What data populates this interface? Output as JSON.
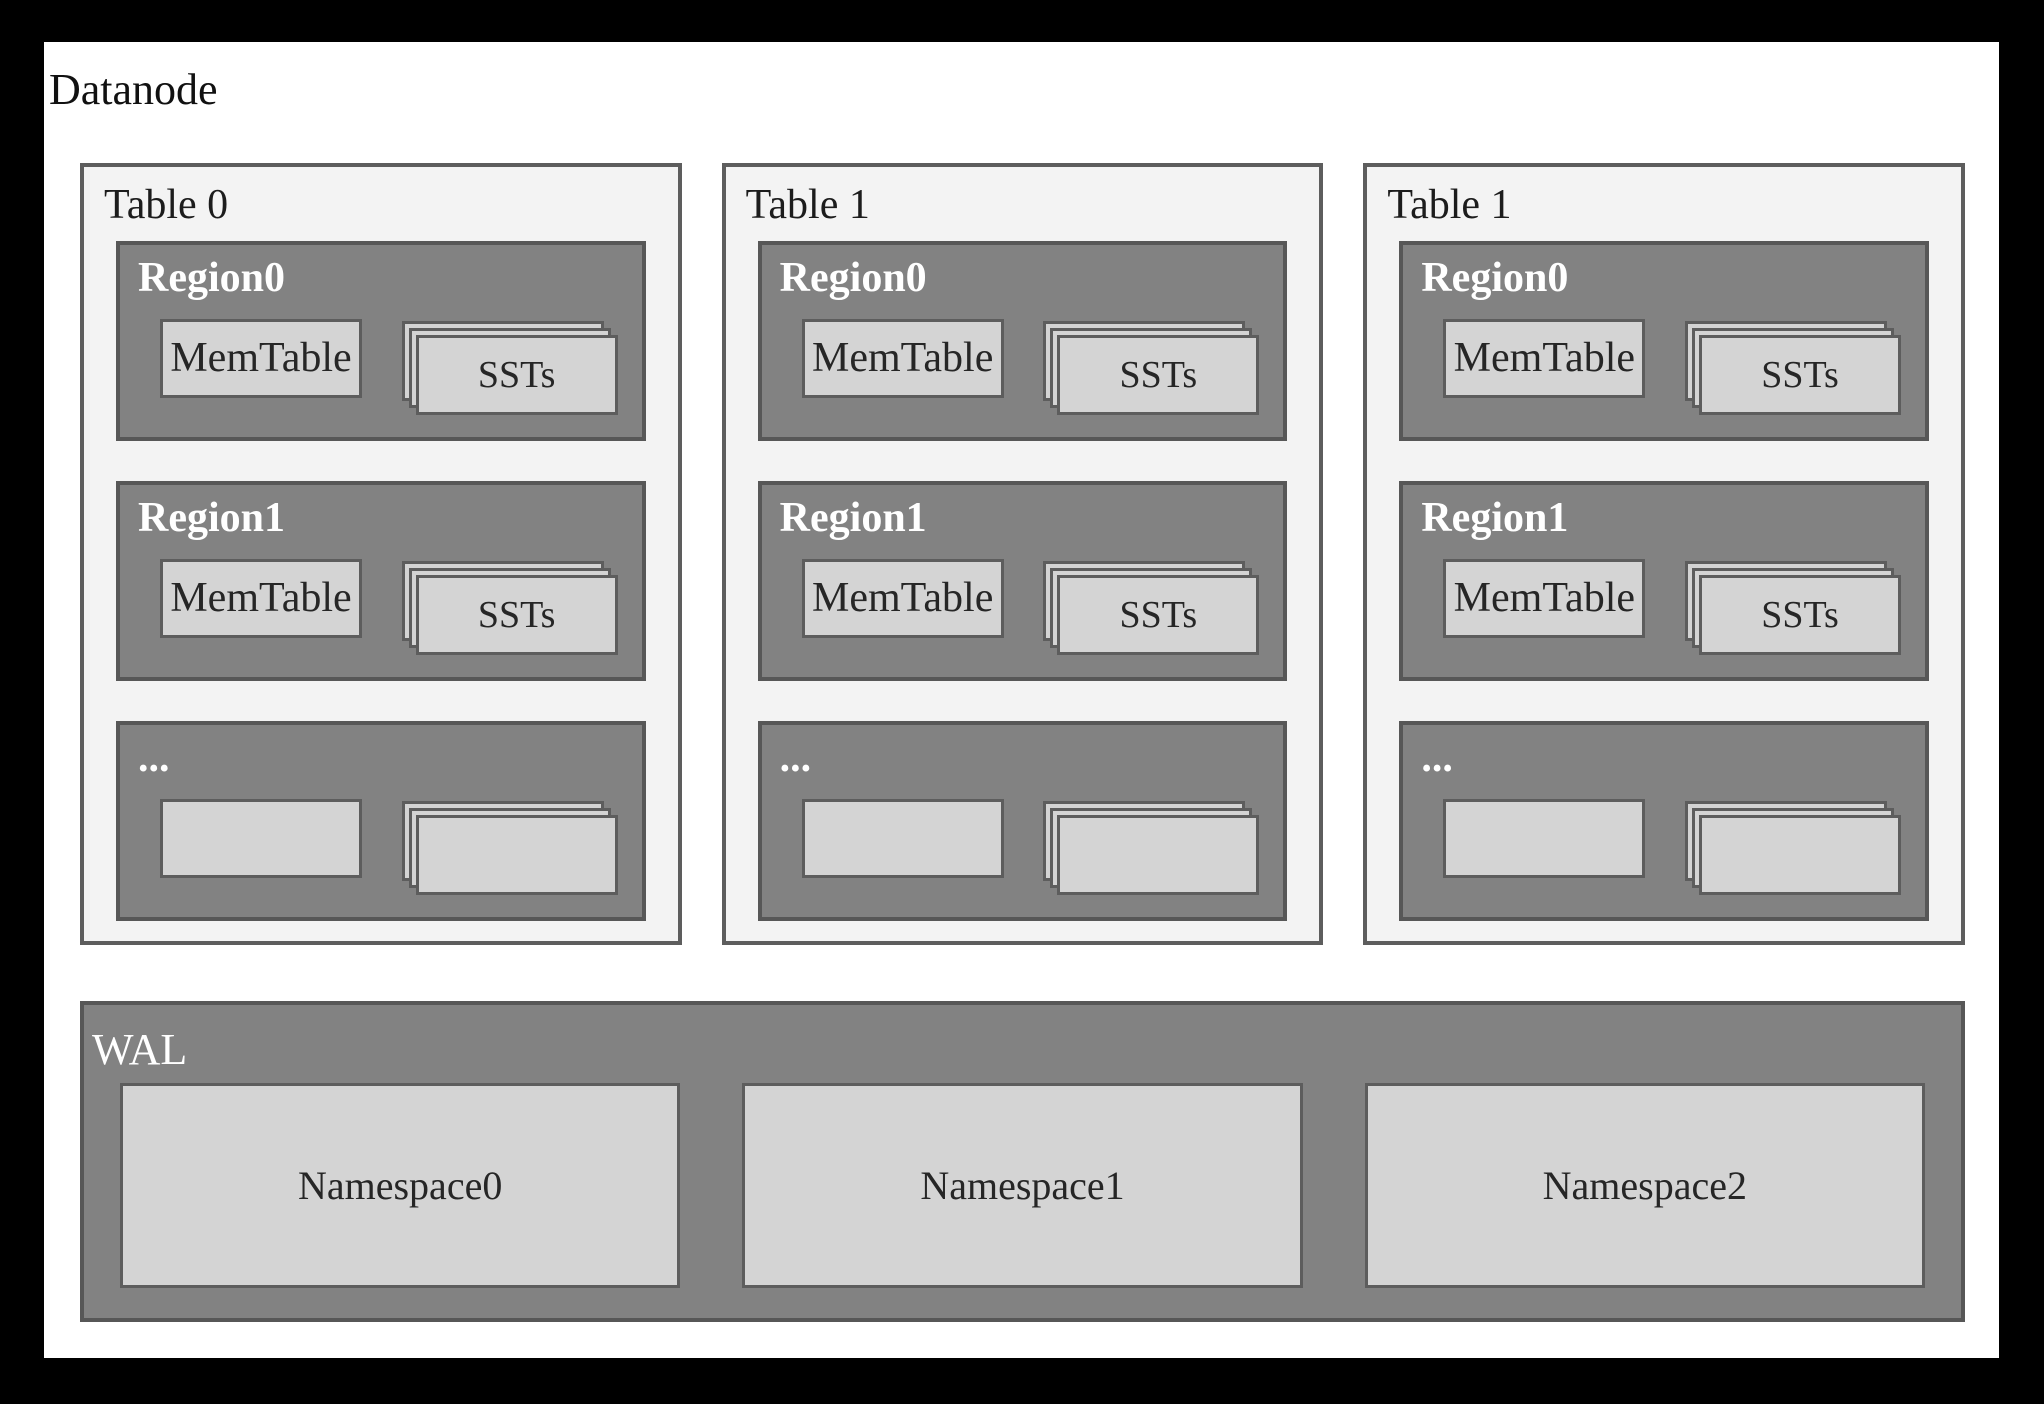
{
  "datanode": {
    "title": "Datanode",
    "tables": [
      {
        "title": "Table 0",
        "regions": [
          {
            "label": "Region0",
            "memtable_label": "MemTable",
            "ssts_label": "SSTs"
          },
          {
            "label": "Region1",
            "memtable_label": "MemTable",
            "ssts_label": "SSTs"
          },
          {
            "label": "...",
            "memtable_label": "",
            "ssts_label": ""
          }
        ]
      },
      {
        "title": "Table 1",
        "regions": [
          {
            "label": "Region0",
            "memtable_label": "MemTable",
            "ssts_label": "SSTs"
          },
          {
            "label": "Region1",
            "memtable_label": "MemTable",
            "ssts_label": "SSTs"
          },
          {
            "label": "...",
            "memtable_label": "",
            "ssts_label": ""
          }
        ]
      },
      {
        "title": "Table 1",
        "regions": [
          {
            "label": "Region0",
            "memtable_label": "MemTable",
            "ssts_label": "SSTs"
          },
          {
            "label": "Region1",
            "memtable_label": "MemTable",
            "ssts_label": "SSTs"
          },
          {
            "label": "...",
            "memtable_label": "",
            "ssts_label": ""
          }
        ]
      }
    ],
    "wal": {
      "label": "WAL",
      "namespaces": [
        "Namespace0",
        "Namespace1",
        "Namespace2"
      ]
    }
  },
  "colors": {
    "frame": "#000000",
    "page": "#ffffff",
    "panel_bg": "#f3f3f3",
    "container_gray": "#828282",
    "box_light": "#d4d4d4",
    "border_dark": "#575757",
    "text_dark": "#1c1c1c",
    "text_white": "#ffffff"
  }
}
